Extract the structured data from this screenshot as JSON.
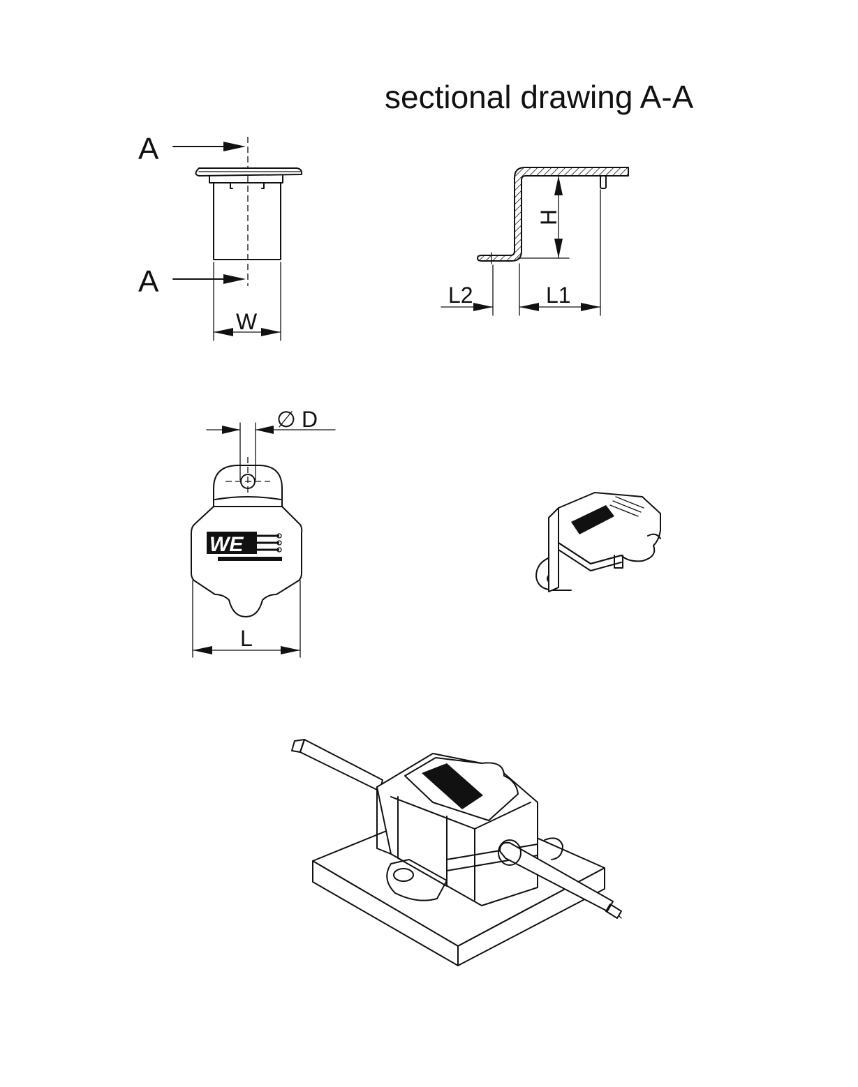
{
  "title": "sectional drawing A-A",
  "section_marker": "A",
  "dimensions": {
    "width": "W",
    "height": "H",
    "length1": "L1",
    "length2": "L2",
    "diameter_symbol": "∅",
    "diameter": "D",
    "length": "L"
  },
  "logo_text": "WE"
}
